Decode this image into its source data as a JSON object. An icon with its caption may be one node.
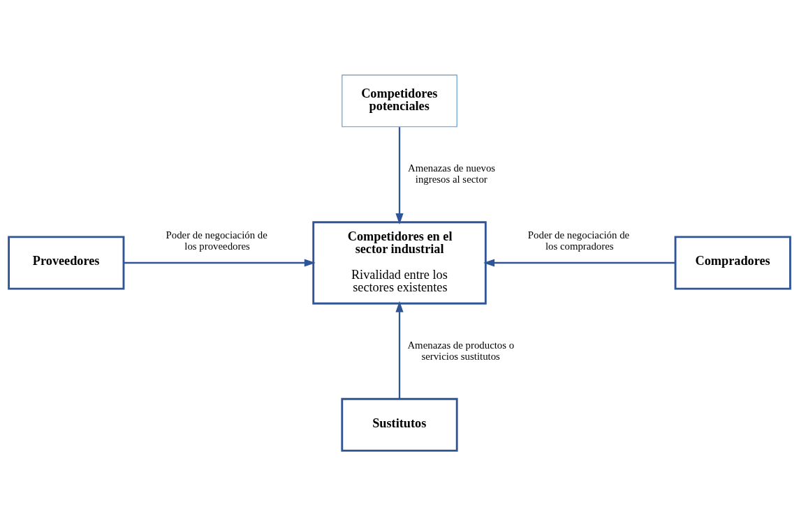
{
  "diagram": {
    "nodes": [
      {
        "text": [
          "Competidores potenciales"
        ]
      },
      {
        "text": [
          "Competidores en el sector industrial",
          "Rivalidad entre los sectores existentes"
        ]
      },
      {
        "text": [
          "Proveedores"
        ]
      },
      {
        "text": [
          "Compradores"
        ]
      },
      {
        "text": [
          "Sustitutos"
        ]
      }
    ],
    "edges": [
      {
        "from": 0,
        "to": 1,
        "arrow": "to",
        "label": "Amenazas de nuevos ingresos al sector"
      },
      {
        "from": 2,
        "to": 1,
        "arrow": "to",
        "label": "Poder de negociación de los proveedores"
      },
      {
        "from": 3,
        "to": 1,
        "arrow": "to",
        "label": "Poder de negociación de los compradores"
      },
      {
        "from": 4,
        "to": 1,
        "arrow": "to",
        "label": "Amenazas de productos o servicios sustitutos"
      }
    ]
  }
}
